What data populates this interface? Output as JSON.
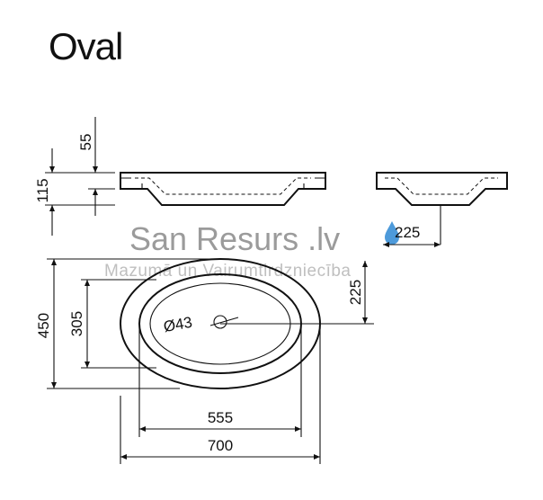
{
  "title": "Oval",
  "dimensions": {
    "rim_height": "55",
    "total_height": "115",
    "bowl_offset": "225",
    "side_depth": "225",
    "outer_width_vertical": "450",
    "inner_width_vertical": "305",
    "drain_diameter": "Ø43",
    "inner_length": "555",
    "outer_length": "700"
  },
  "watermark": {
    "brand": "San Resurs .lv",
    "tagline": "Mazumā un Vairumtirdzniecība"
  },
  "colors": {
    "line": "#111111",
    "watermark_drop": "#3a8fd6"
  }
}
